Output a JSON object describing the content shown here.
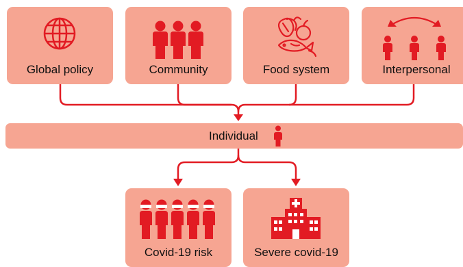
{
  "colors": {
    "box": "#f6a592",
    "accent": "#e21b23",
    "text": "#111111"
  },
  "top_nodes": [
    {
      "label": "Global policy",
      "icon": "globe-icon"
    },
    {
      "label": "Community",
      "icon": "people-group-icon"
    },
    {
      "label": "Food system",
      "icon": "food-icon"
    },
    {
      "label": "Interpersonal",
      "icon": "interpersonal-icon"
    }
  ],
  "middle": {
    "label": "Individual",
    "icon": "person-icon"
  },
  "bottom_nodes": [
    {
      "label": "Covid-19 risk",
      "icon": "masked-people-icon"
    },
    {
      "label": "Severe covid-19",
      "icon": "hospital-icon"
    }
  ]
}
